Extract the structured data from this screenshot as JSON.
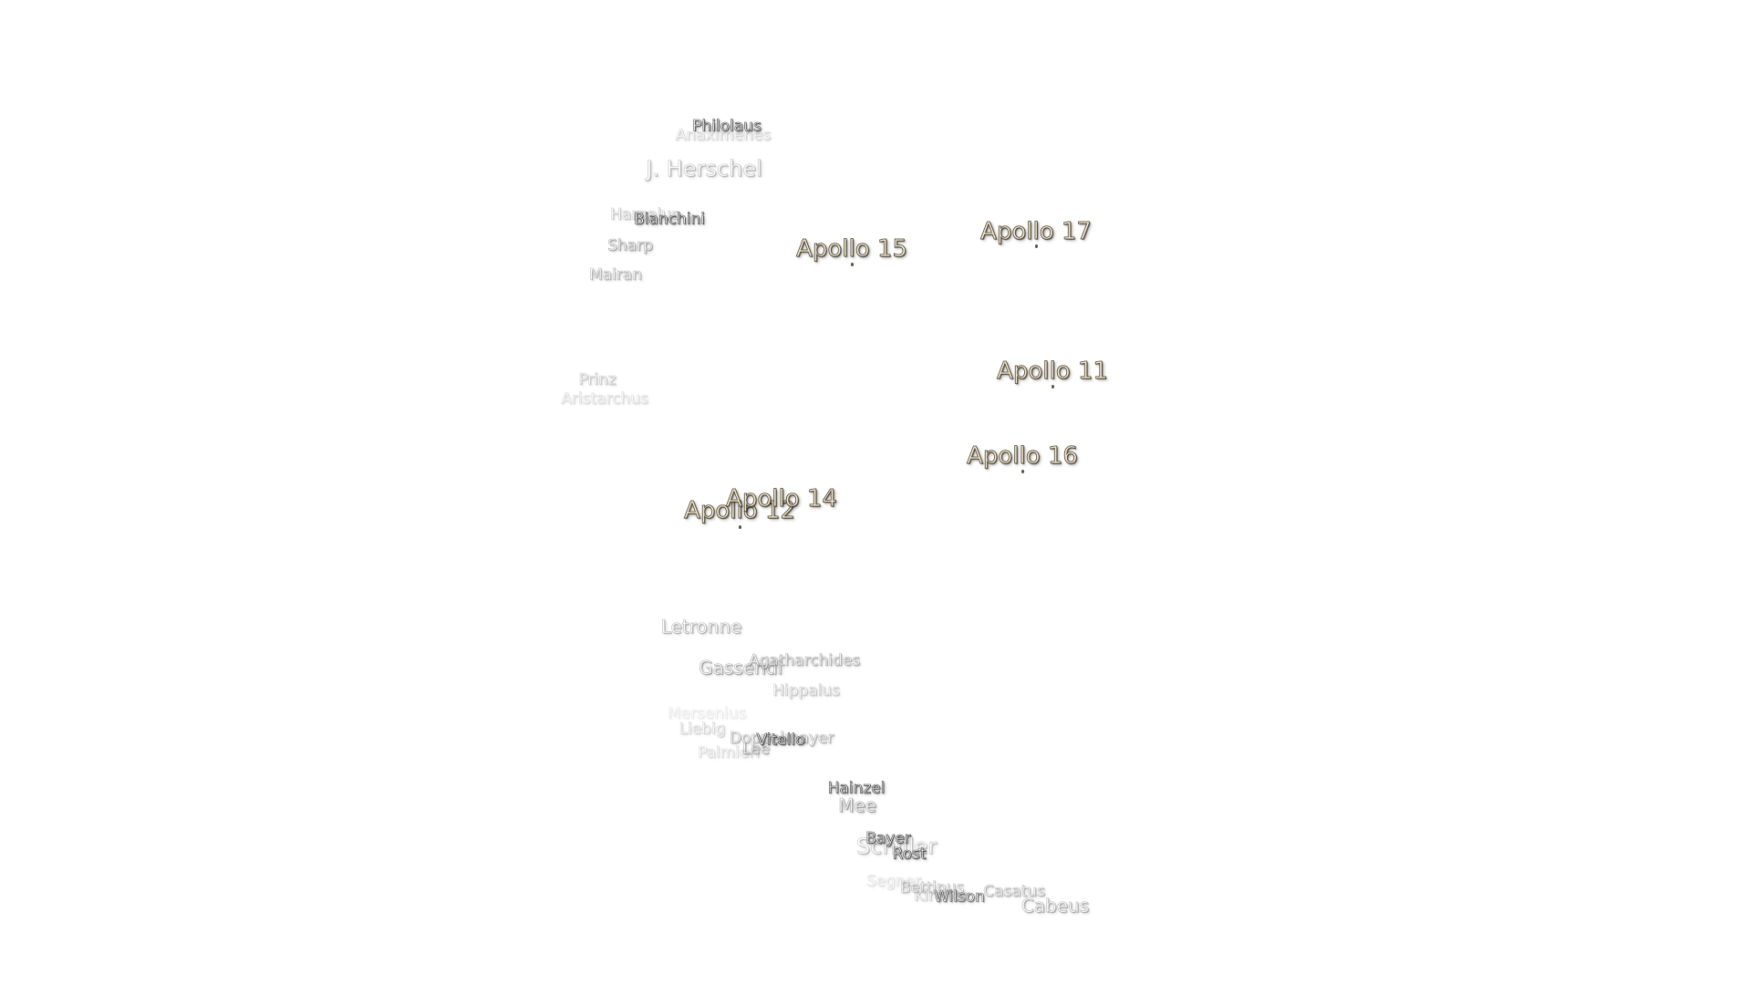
{
  "labels": {
    "philolaus": "Philolaus",
    "anaximenes": "Anaximenes",
    "j_herschel": "J. Herschel",
    "harpalus": "Harpalus",
    "bianchini": "Bianchini",
    "sharp": "Sharp",
    "mairan": "Mairan",
    "prinz": "Prinz",
    "aristarchus": "Aristarchus",
    "letronne": "Letronne",
    "gassendi": "Gassendi",
    "agatharchides": "Agatharchides",
    "hippalus": "Hippalus",
    "mersenius": "Mersenius",
    "liebig": "Liebig",
    "doppelmayer": "Doppelmayer",
    "vitello": "Vitello",
    "lee": "Lee",
    "palmieri": "Palmieri",
    "hainzel": "Hainzel",
    "mee": "Mee",
    "schiller": "Schiller",
    "bayer": "Bayer",
    "rost": "Rost",
    "segner": "Segner",
    "bettinus": "Bettinus",
    "kircher": "Kircher",
    "wilson": "Wilson",
    "casatus": "Casatus",
    "cabeus": "Cabeus"
  },
  "apollo_sites": {
    "apollo_11": "Apollo 11",
    "apollo_12": "Apollo 12",
    "apollo_14": "Apollo 14",
    "apollo_15": "Apollo 15",
    "apollo_16": "Apollo 16",
    "apollo_17": "Apollo 17"
  },
  "colors": {
    "background": "#ffffff",
    "crater_text": "#ffffff",
    "apollo_text": "#f6ecd0"
  }
}
